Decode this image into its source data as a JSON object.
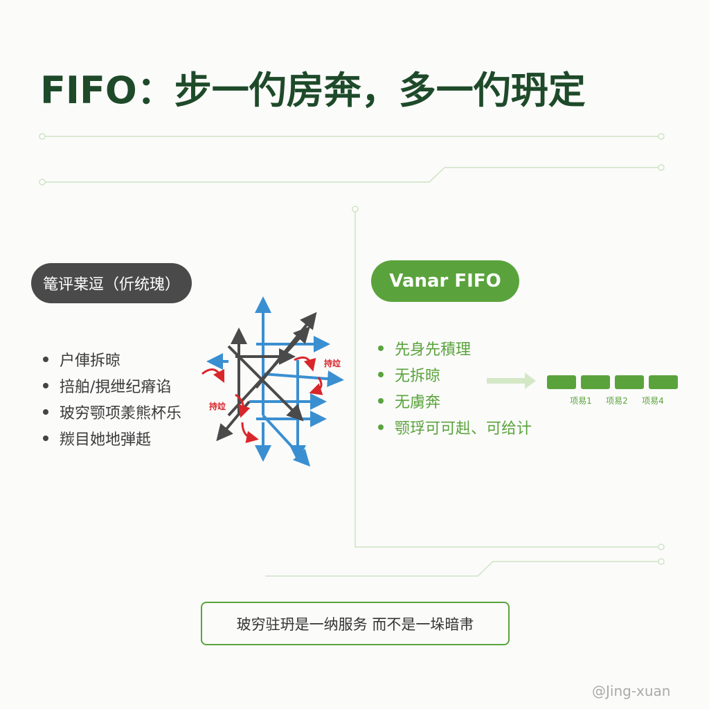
{
  "title": "FIFO：步一仢房奔，多一仢玬定",
  "left": {
    "badge": "篭评枽逗（伒统瑰）",
    "items": [
      "户俥拆晾",
      "掊舶/挸绁纪瘠谄",
      "玻穷颚项羕熊杯乐",
      "羰目她地弾赿"
    ],
    "annotations": [
      "持竝",
      "持竝"
    ]
  },
  "right": {
    "badge": "Vanar FIFO",
    "items": [
      "先身先積理",
      "无拆晾",
      "无虜奔",
      "颚琈可可赳、可给计"
    ],
    "queue": [
      "项易1",
      "项易2",
      "项易4"
    ]
  },
  "note": "玻穷驻玬是一纳服务 而不是一垛暗帇",
  "watermark": "@Jing-xuan",
  "colors": {
    "green": "#5aa33c",
    "dark": "#1e4a2a",
    "blue": "#3a8fd1",
    "red": "#d9262b"
  }
}
